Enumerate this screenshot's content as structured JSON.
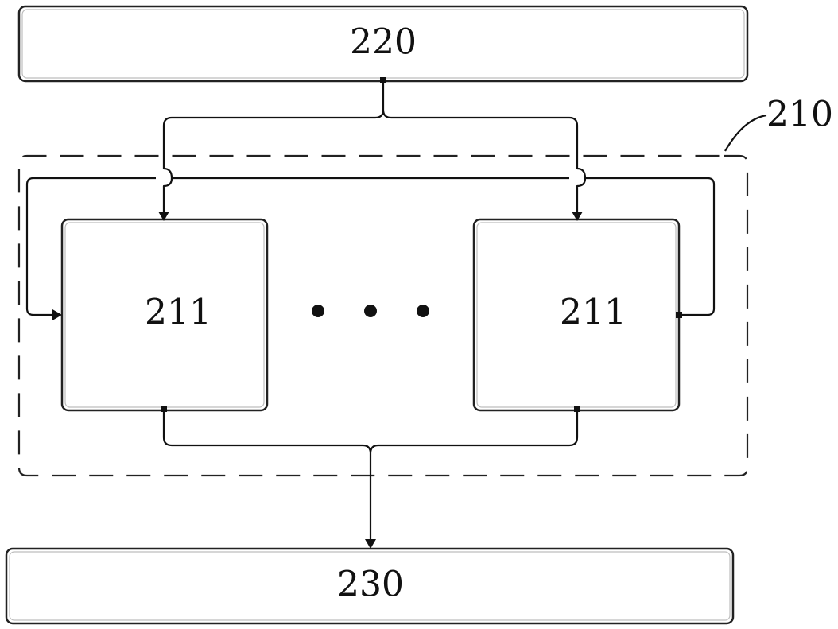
{
  "diagram": {
    "top_block": {
      "label": "220"
    },
    "group": {
      "label": "210"
    },
    "unit_left": {
      "label": "211"
    },
    "unit_right": {
      "label": "211"
    },
    "bottom_block": {
      "label": "230"
    }
  }
}
